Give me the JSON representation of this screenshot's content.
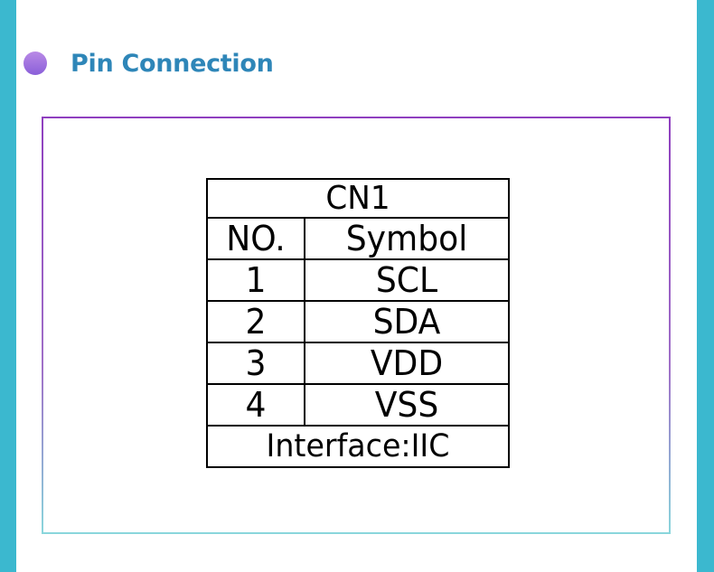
{
  "section": {
    "title": "Pin Connection"
  },
  "pin_table": {
    "title": "CN1",
    "headers": {
      "no": "NO.",
      "symbol": "Symbol"
    },
    "rows": [
      {
        "no": "1",
        "symbol": "SCL"
      },
      {
        "no": "2",
        "symbol": "SDA"
      },
      {
        "no": "3",
        "symbol": "VDD"
      },
      {
        "no": "4",
        "symbol": "VSS"
      }
    ],
    "footer": "Interface:IIC"
  },
  "colors": {
    "side_bar": "#3bb8cf",
    "heading_text": "#2e86b8",
    "bullet": "#8a5fd9",
    "frame_border": "#8f3fbf"
  }
}
